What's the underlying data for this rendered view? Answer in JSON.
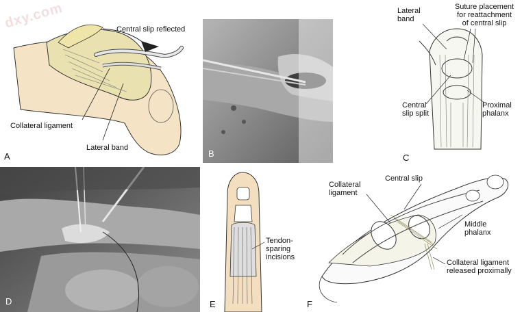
{
  "watermark": "dxy.com",
  "panels": {
    "a": {
      "letter": "A",
      "central_slip_reflected": "Central slip reflected",
      "collateral_ligament": "Collateral ligament",
      "lateral_band": "Lateral band"
    },
    "b": {
      "letter": "B"
    },
    "c": {
      "letter": "C",
      "lateral_band_line1": "Lateral",
      "lateral_band_line2": "band",
      "suture_line1": "Suture placement",
      "suture_line2": "for reattachment",
      "suture_line3": "of central slip",
      "central_split_line1": "Central",
      "central_split_line2": "slip split",
      "proximal_line1": "Proximal",
      "proximal_line2": "phalanx"
    },
    "d": {
      "letter": "D"
    },
    "e": {
      "letter": "E",
      "tendon_line1": "Tendon-",
      "tendon_line2": "sparing",
      "tendon_line3": "incisions"
    },
    "f": {
      "letter": "F",
      "central_slip": "Central slip",
      "collateral_line1": "Collateral",
      "collateral_line2": "ligament",
      "middle_line1": "Middle",
      "middle_line2": "phalanx",
      "released_line1": "Collateral ligament",
      "released_line2": "released proximally"
    }
  }
}
